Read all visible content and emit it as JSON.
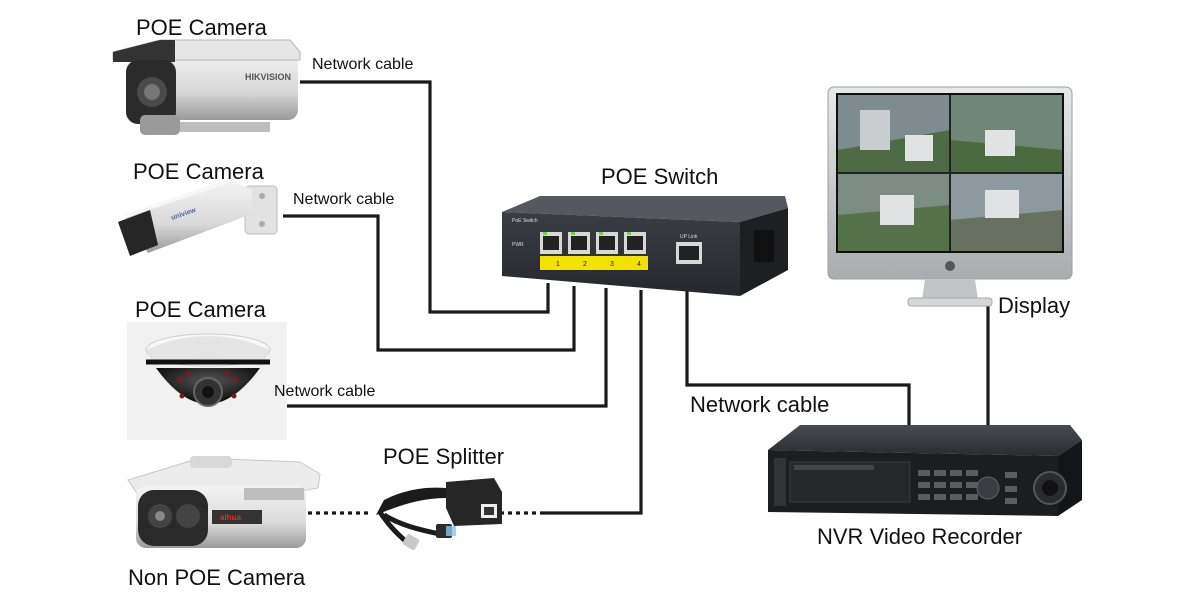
{
  "labels": {
    "camera1": "POE Camera",
    "camera2": "POE Camera",
    "camera3": "POE Camera",
    "camera4": "Non POE Camera",
    "cable1": "Network cable",
    "cable2": "Network cable",
    "cable3": "Network cable",
    "cable4": "Network  cable",
    "switch": "POE Switch",
    "splitter": "POE Splitter",
    "display": "Display",
    "nvr": "NVR Video Recorder"
  },
  "switch_panel": {
    "ports": [
      "1",
      "2",
      "3",
      "4"
    ],
    "model": "PoE Switch",
    "power": "PWR",
    "uplink": "UP Link"
  },
  "camera_brand": "HIKVISION",
  "colors": {
    "cable": "#1a1a1a",
    "switch_body": "#23252a",
    "port_strip": "#f2e200",
    "monitor_silver": "#c8cacd",
    "nvr_body": "#1c1d20"
  }
}
